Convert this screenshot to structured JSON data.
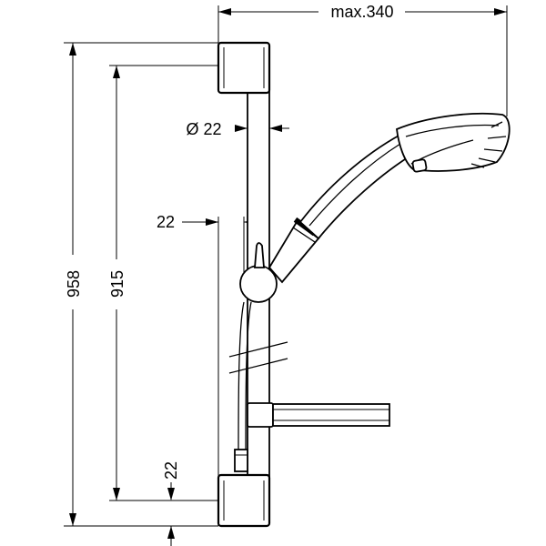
{
  "dimensions": {
    "max_reach": "max.340",
    "bar_diameter": "Ø 22",
    "wall_offset": "22",
    "total_height": "958",
    "bracket_spacing": "915",
    "bottom_offset": "22"
  }
}
